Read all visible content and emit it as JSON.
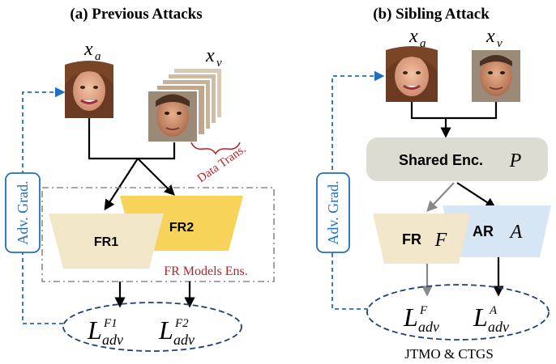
{
  "left": {
    "title": "(a) Previous Attacks",
    "xa": {
      "base": "x",
      "sub": "a"
    },
    "xv": {
      "base": "x",
      "sub": "v"
    },
    "data_trans": "Data Trans.",
    "fr1": "FR1",
    "fr2": "FR2",
    "ens_label": "FR Models Ens.",
    "adv_grad": "Adv. Grad.",
    "loss1": {
      "base": "L",
      "sup": "F1",
      "sub": "adv"
    },
    "loss2": {
      "base": "L",
      "sup": "F2",
      "sub": "adv"
    }
  },
  "right": {
    "title": "(b) Sibling Attack",
    "xa": {
      "base": "x",
      "sub": "a"
    },
    "xv": {
      "base": "x",
      "sub": "v"
    },
    "shared_enc": "Shared Enc.",
    "shared_sym": "P",
    "fr": "FR",
    "fr_sym": "F",
    "ar": "AR",
    "ar_sym": "A",
    "adv_grad": "Adv. Grad.",
    "loss_f": {
      "base": "L",
      "sup": "F",
      "sub": "adv"
    },
    "loss_a": {
      "base": "L",
      "sup": "A",
      "sub": "adv"
    },
    "caption": "JTMO & CTGS"
  },
  "colors": {
    "blue_dash": "#1f6fc4",
    "red_label": "#b5242a",
    "fr_cream": "#f2e6c8",
    "fr2_yellow": "#f7d35a",
    "shared_gray": "#dcdcd2",
    "ar_blue": "#d6e6f4",
    "ellipse_blue": "#1f3f7a",
    "ens_box": "#8a8a8a"
  }
}
